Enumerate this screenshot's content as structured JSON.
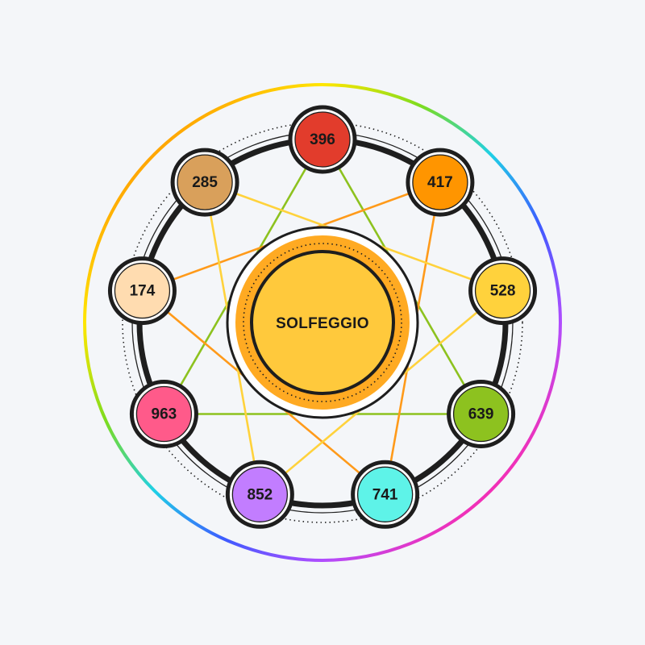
{
  "diagram": {
    "center_label": "SOLFEGGIO",
    "center_colors": {
      "outer": "#ffaa22",
      "inner": "#ffc93c",
      "rim": "#222222"
    },
    "rainbow_colors": [
      "#ff2a2a",
      "#ff9a00",
      "#ffe600",
      "#7ddc1f",
      "#1fd0e6",
      "#3d5bff",
      "#b04dff",
      "#ff2aa8",
      "#ff2a2a"
    ],
    "nodes": [
      {
        "label": "396",
        "color": "#e23c2c"
      },
      {
        "label": "417",
        "color": "#ff9500"
      },
      {
        "label": "528",
        "color": "#ffd23c"
      },
      {
        "label": "639",
        "color": "#8dc21f"
      },
      {
        "label": "741",
        "color": "#5ef3e8"
      },
      {
        "label": "852",
        "color": "#c27dff"
      },
      {
        "label": "963",
        "color": "#ff5a8a"
      },
      {
        "label": "174",
        "color": "#ffdcb0"
      },
      {
        "label": "285",
        "color": "#d9a05b"
      }
    ],
    "connections": [
      {
        "from": 0,
        "to": 3,
        "color": "#8dc21f"
      },
      {
        "from": 3,
        "to": 6,
        "color": "#8dc21f"
      },
      {
        "from": 6,
        "to": 0,
        "color": "#8dc21f"
      },
      {
        "from": 1,
        "to": 4,
        "color": "#ff9a1a"
      },
      {
        "from": 4,
        "to": 7,
        "color": "#ff9a1a"
      },
      {
        "from": 7,
        "to": 1,
        "color": "#ff9a1a"
      },
      {
        "from": 2,
        "to": 5,
        "color": "#ffd23c"
      },
      {
        "from": 5,
        "to": 8,
        "color": "#ffd23c"
      },
      {
        "from": 8,
        "to": 2,
        "color": "#ffd23c"
      }
    ]
  }
}
